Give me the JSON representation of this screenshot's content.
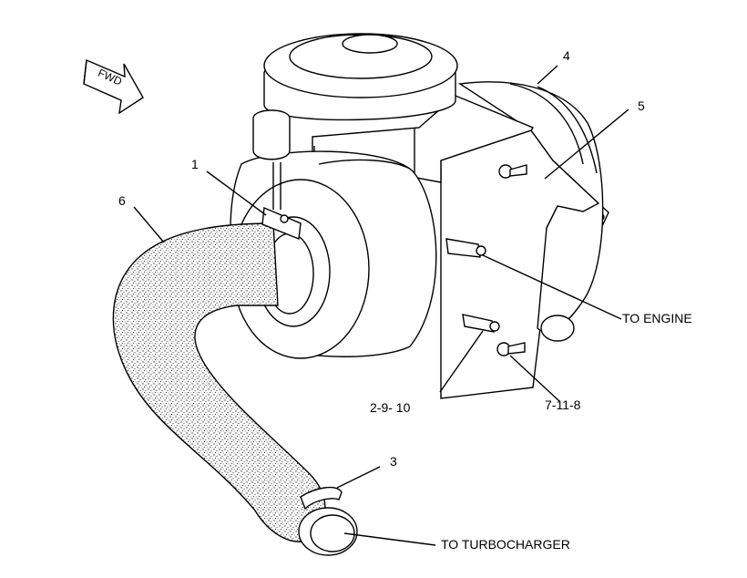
{
  "direction_arrow": {
    "text": "FWD"
  },
  "callouts": {
    "c1": "1",
    "c2_9_10": "2-9- 10",
    "c3": "3",
    "c4": "4",
    "c5": "5",
    "c6": "6",
    "c7_11_8": "7-11-8"
  },
  "destinations": {
    "engine": "TO ENGINE",
    "turbocharger": "TO TURBOCHARGER"
  }
}
